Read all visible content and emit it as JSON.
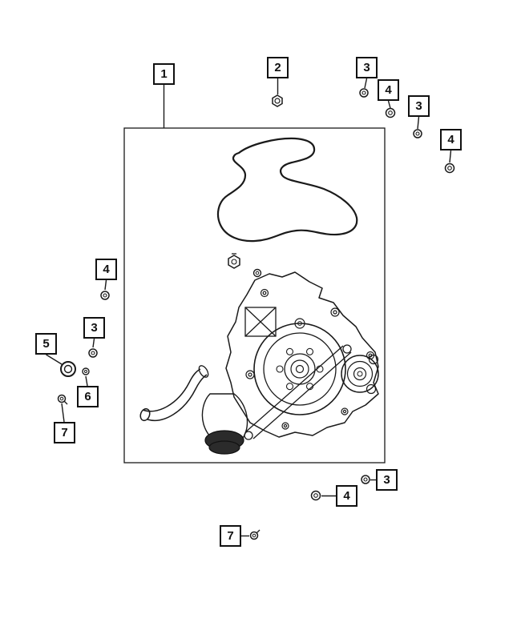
{
  "diagram": {
    "kind": "exploded-parts-diagram",
    "colors": {
      "background": "#ffffff",
      "line": "#1a1a1a",
      "box_border": "#111111"
    }
  },
  "callouts": [
    {
      "label": "1"
    },
    {
      "label": "2"
    },
    {
      "label": "3"
    },
    {
      "label": "4"
    },
    {
      "label": "3"
    },
    {
      "label": "4"
    },
    {
      "label": "4"
    },
    {
      "label": "3"
    },
    {
      "label": "5"
    },
    {
      "label": "6"
    },
    {
      "label": "7"
    },
    {
      "label": "3"
    },
    {
      "label": "4"
    },
    {
      "label": "7"
    }
  ],
  "part_icons": [
    {
      "name": "hex-nut"
    },
    {
      "name": "bolt-head-ring"
    },
    {
      "name": "seal-ring"
    },
    {
      "name": "stud-pin"
    },
    {
      "name": "small-bolt"
    }
  ]
}
